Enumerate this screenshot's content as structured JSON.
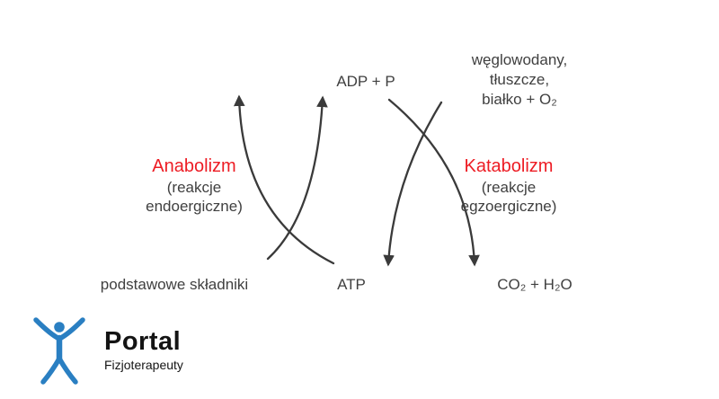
{
  "colors": {
    "accent_red": "#ed1c24",
    "text_gray": "#404040",
    "arrow_gray": "#3a3a3a",
    "logo_blue": "#2a7fc2"
  },
  "diagram": {
    "top_center": "ADP + P",
    "top_right_lines": [
      "węglowodany,",
      "tłuszcze,",
      "białko + O₂"
    ],
    "left_title": "Anabolizm",
    "left_sub_lines": [
      "(reakcje",
      "endoergiczne)"
    ],
    "right_title": "Katabolizm",
    "right_sub_lines": [
      "(reakcje",
      "egzoergiczne)"
    ],
    "bottom_left": "podstawowe składniki",
    "bottom_center": "ATP",
    "bottom_right": "CO₂ + H₂O",
    "arrows": [
      "anabolism-up-arrow-left",
      "anabolism-up-arrow-right",
      "catabolism-down-arrow-left",
      "catabolism-down-arrow-right"
    ]
  },
  "logo": {
    "icon": "cheering-person-icon",
    "name": "Portal",
    "tagline": "Fizjoterapeuty"
  }
}
